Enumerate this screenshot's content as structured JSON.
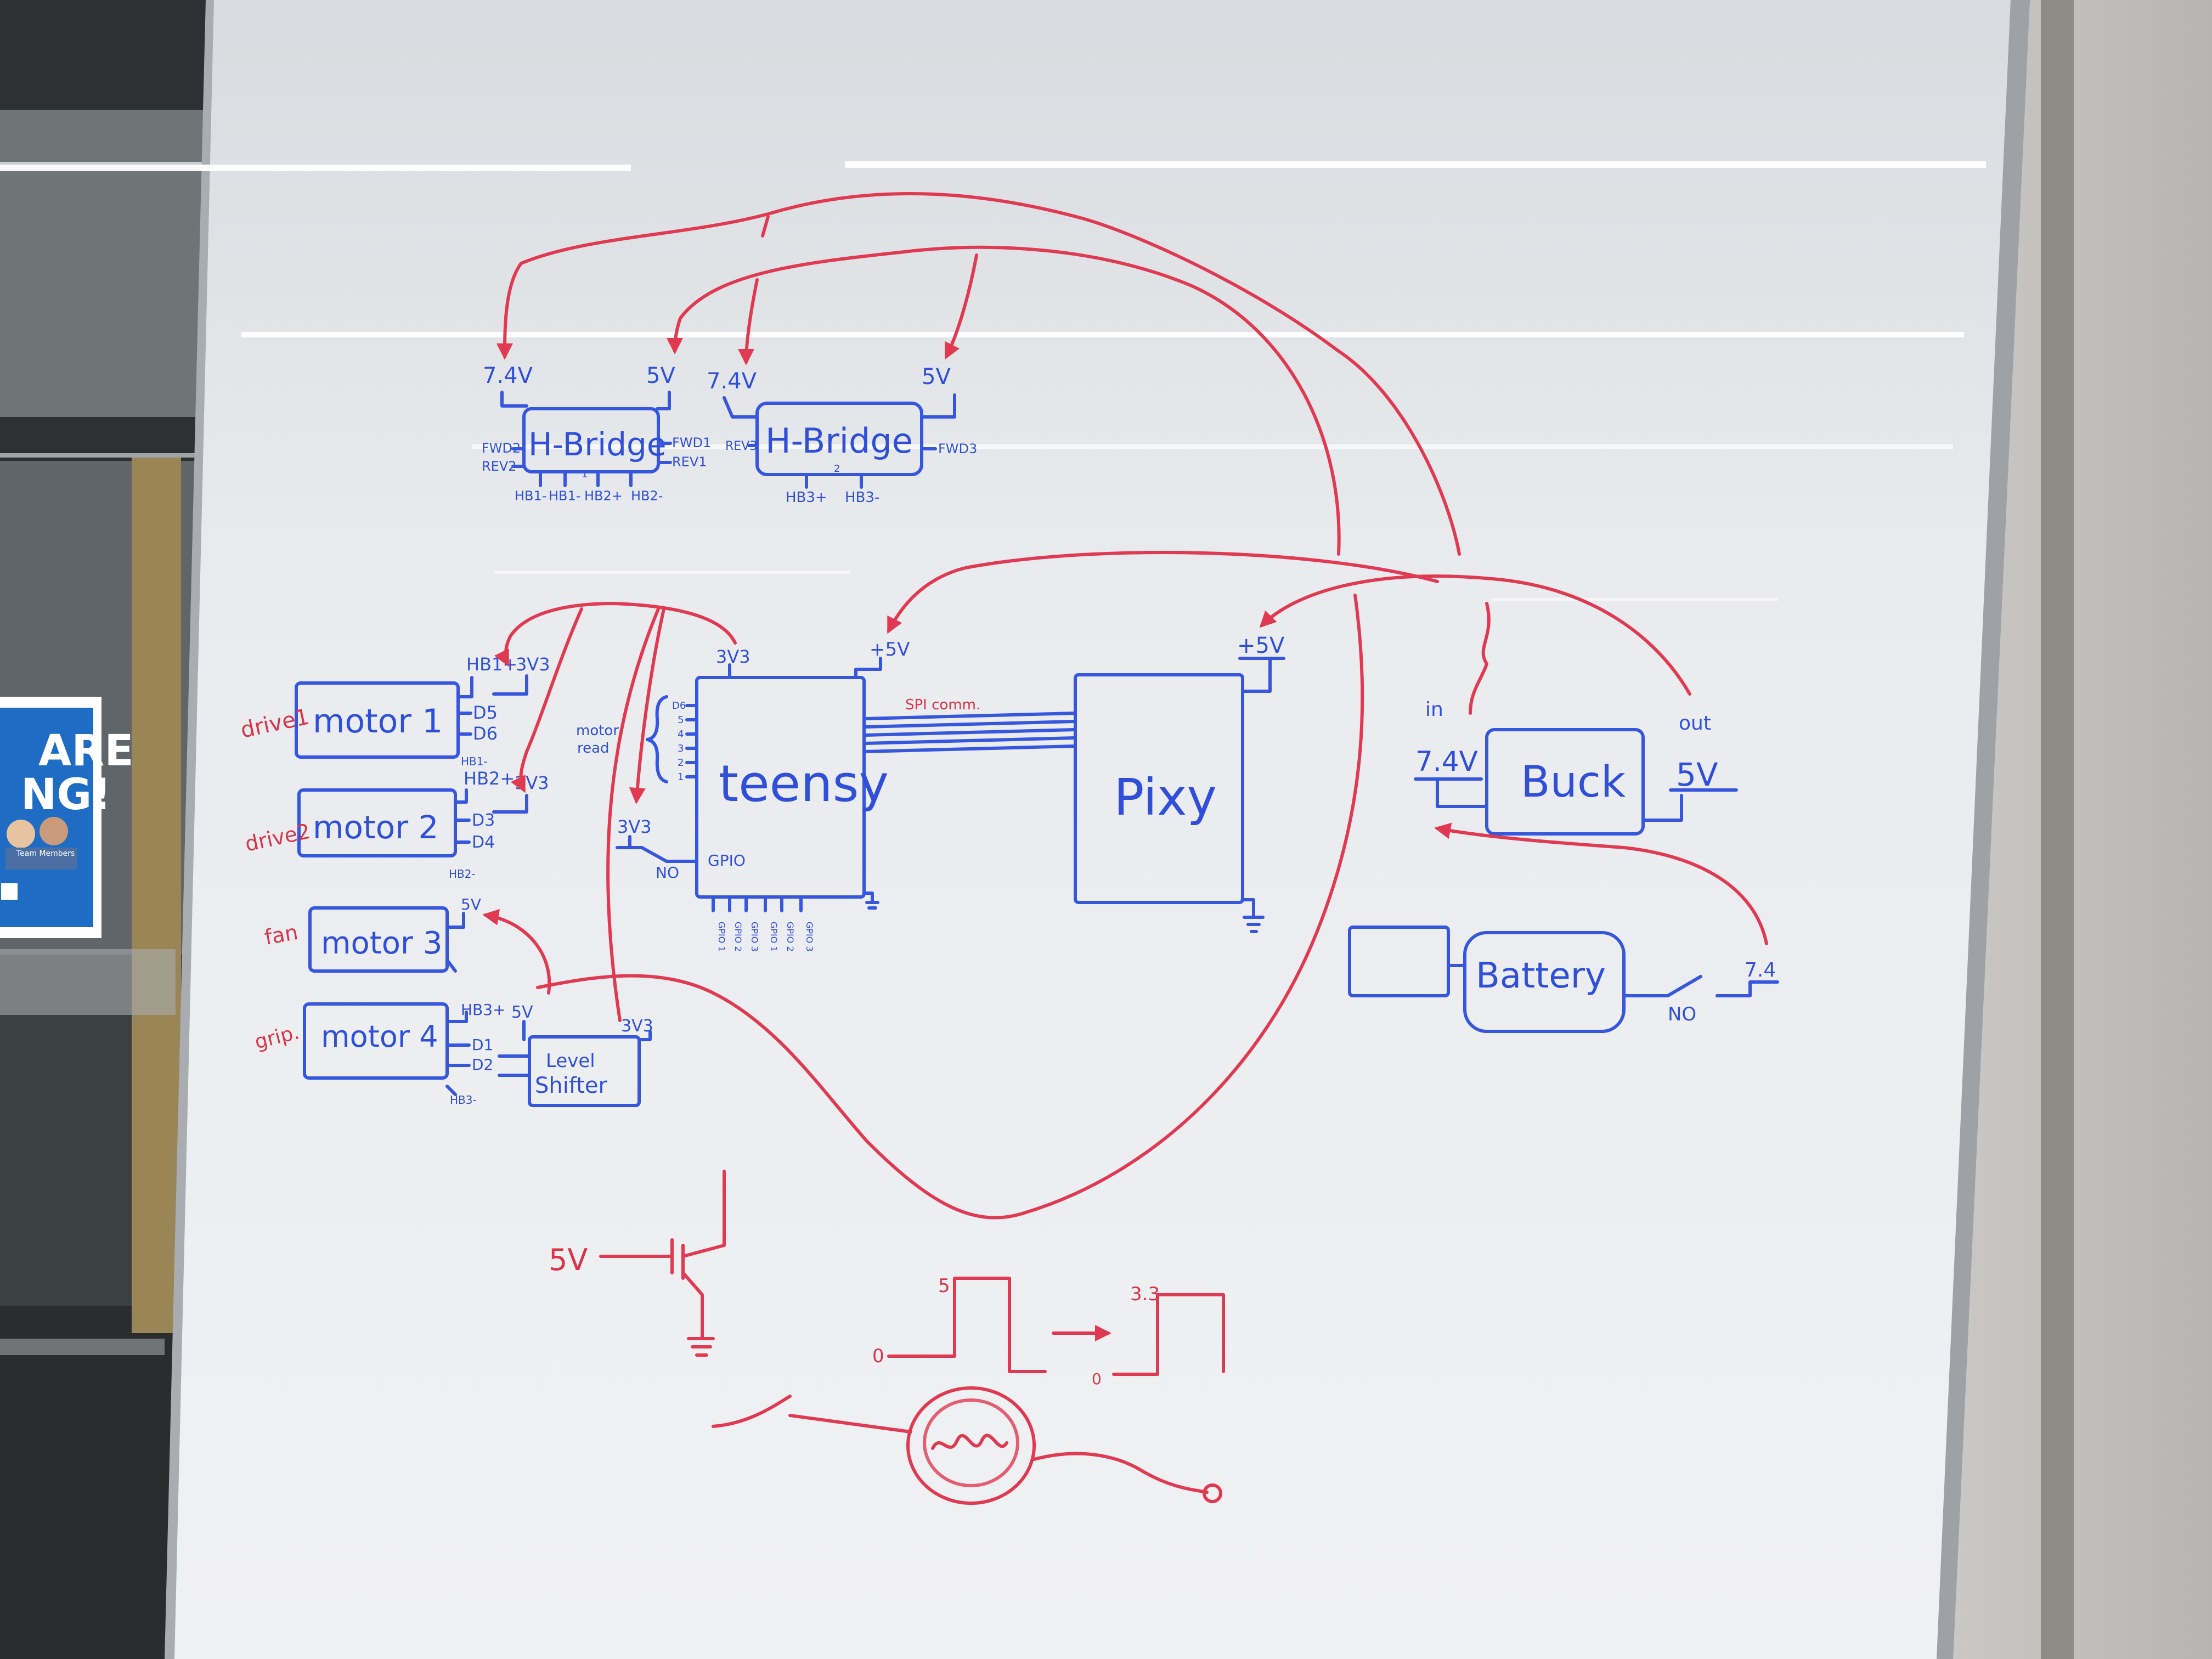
{
  "colors": {
    "whiteboard": "#e9ebee",
    "blue_marker": "#2f4fd8",
    "red_marker": "#d8344b",
    "frame": "#b9bcc0",
    "poster": "#1f6cc4"
  },
  "poster": {
    "line1": "ARE",
    "line2": "NG!",
    "caption": "Team Members"
  },
  "hbridge1": {
    "label": "H-Bridge",
    "index": "1",
    "power_left": "7.4V",
    "power_right": "5V",
    "left_pins": [
      "FWD2",
      "REV2"
    ],
    "right_pins": [
      "FWD1",
      "REV1"
    ],
    "bottom_pins": [
      "HB1-",
      "HB1-",
      "HB2+",
      "HB2-"
    ]
  },
  "hbridge2": {
    "label": "H-Bridge",
    "index": "2",
    "power_left": "7.4V",
    "power_right": "5V",
    "left_pins": [
      "REV3"
    ],
    "right_pins": [
      "FWD3"
    ],
    "bottom_pins": [
      "HB3+",
      "HB3-"
    ]
  },
  "motors": [
    {
      "label": "motor 1",
      "role": "drive1",
      "top": "HB1+",
      "supply": "3V3",
      "pins": [
        "D5",
        "D6"
      ],
      "bottom": "HB1-"
    },
    {
      "label": "motor 2",
      "role": "drive2",
      "top": "HB2+",
      "supply": "3V3",
      "pins": [
        "D3",
        "D4"
      ],
      "bottom": "HB2-"
    },
    {
      "label": "motor 3",
      "role": "fan",
      "top": "5V",
      "supply": "",
      "pins": [],
      "bottom": ""
    },
    {
      "label": "motor 4",
      "role": "grip.",
      "top": "HB3+",
      "supply": "5V",
      "pins": [
        "D1",
        "D2"
      ],
      "bottom": "HB3-"
    }
  ],
  "level_shifter": {
    "line1": "Level",
    "line2": "Shifter",
    "supply": "3V3"
  },
  "teensy": {
    "label": "teensy",
    "supply_left": "3V3",
    "supply_right": "+5V",
    "left_pins": [
      "D6",
      "5",
      "4",
      "3",
      "2",
      "1"
    ],
    "motor_read": [
      "motor",
      "read"
    ],
    "gpio": "GPIO",
    "switch_supply": "3V3",
    "switch_label": "NO",
    "bottom_pins": [
      "GPIO 1",
      "GPIO 2",
      "GPIO 3",
      "GPIO 1",
      "GPIO 2",
      "GPIO 3"
    ]
  },
  "spi": "SPI comm.",
  "pixy": {
    "label": "Pixy",
    "supply": "+5V"
  },
  "buck": {
    "label": "Buck",
    "in_label": "in",
    "in_value": "7.4V",
    "out_label": "out",
    "out_value": "5V"
  },
  "battery": {
    "label": "Battery",
    "switch_label": "NO",
    "value": "7.4"
  },
  "bottom_sketch": {
    "supply": "5V",
    "pulse_high": "5",
    "pulse_low": "0",
    "shifted_high": "3.3",
    "shifted_low": "0"
  }
}
